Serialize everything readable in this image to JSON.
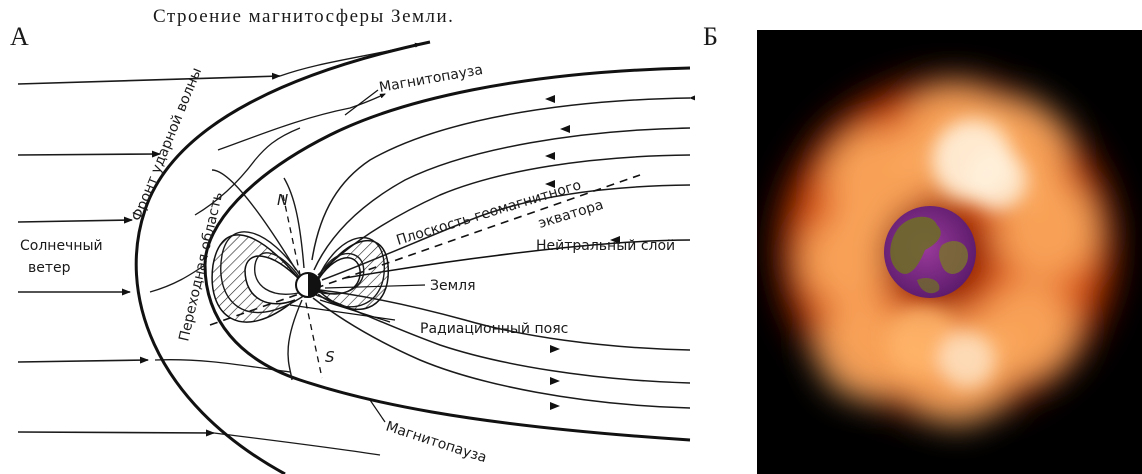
{
  "panel_labels": {
    "a": "А",
    "b": "Б"
  },
  "diagram": {
    "title": "Строение магнитосферы Земли.",
    "labels": {
      "solar_wind_line1": "Солнечный",
      "solar_wind_line2": "ветер",
      "bow_shock": "Фронт ударной волны",
      "transition_region": "Переходная область",
      "magnetopause_top": "Магнитопауза",
      "magnetopause_bottom": "Магнитопауза",
      "geomag_plane_line1": "Плоскость геомагнитного",
      "geomag_plane_line2": "экватора",
      "neutral_sheet": "Нейтральный слой",
      "earth": "Земля",
      "radiation_belt": "Радиационный пояс",
      "north_pole": "N",
      "south_pole": "S"
    }
  },
  "photo": {
    "colors": {
      "glow_outer": "#8a1a00",
      "glow_mid": "#e0550a",
      "glow_bright": "#ffb56a",
      "glow_white": "#fff1dc",
      "planet_purple": "#7a2a8a",
      "planet_olive": "#6f6a2a"
    }
  }
}
